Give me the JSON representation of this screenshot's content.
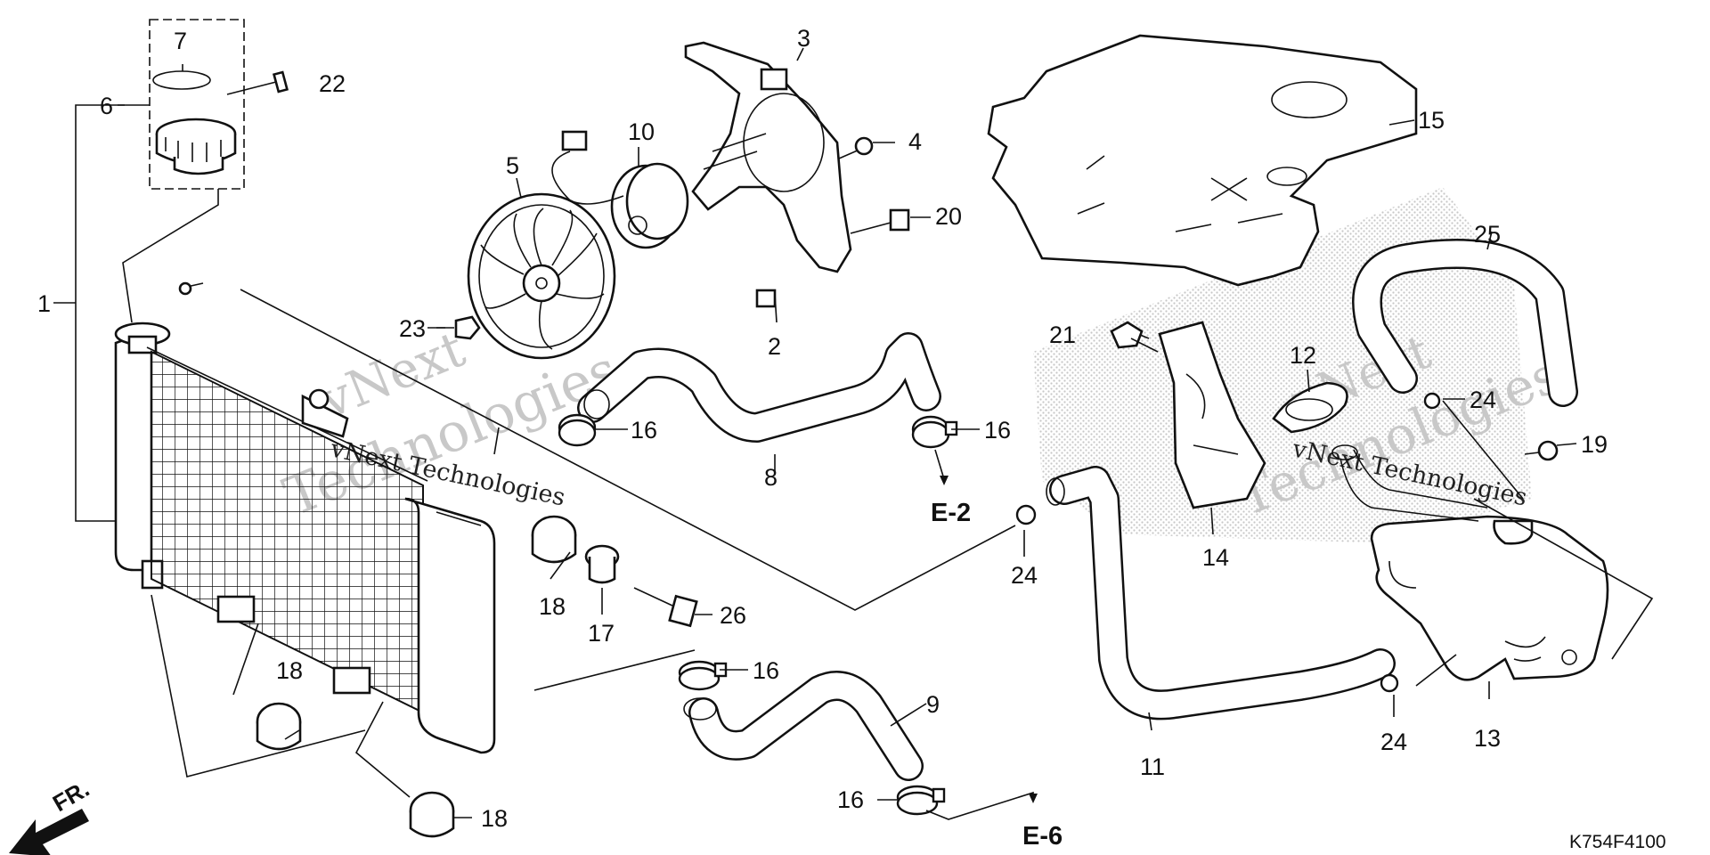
{
  "diagram": {
    "code": "K754F4100",
    "front_marker": "FR.",
    "watermark": {
      "line1": "vNext",
      "line2": "Technologies",
      "small": "vNext Technologies"
    },
    "refs": {
      "e2": "E-2",
      "e6": "E-6"
    },
    "callouts": {
      "c1": "1",
      "c2": "2",
      "c3": "3",
      "c4": "4",
      "c5": "5",
      "c6": "6",
      "c7": "7",
      "c8": "8",
      "c9": "9",
      "c10": "10",
      "c11": "11",
      "c12": "12",
      "c13": "13",
      "c14": "14",
      "c15": "15",
      "c16a": "16",
      "c16b": "16",
      "c16c": "16",
      "c16d": "16",
      "c17": "17",
      "c18a": "18",
      "c18b": "18",
      "c18c": "18",
      "c19": "19",
      "c20": "20",
      "c21": "21",
      "c22": "22",
      "c23": "23",
      "c24a": "24",
      "c24b": "24",
      "c24c": "24",
      "c25": "25",
      "c26": "26"
    }
  }
}
